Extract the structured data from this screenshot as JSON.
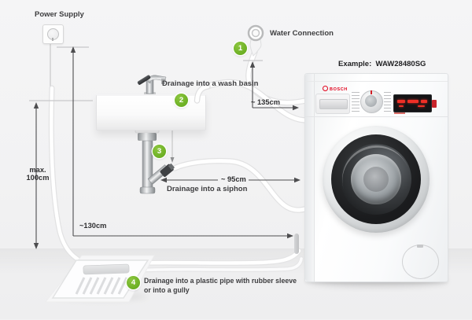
{
  "annotations": {
    "power_supply": "Power Supply",
    "example_label": "Example:",
    "example_model": "WAW28480SG"
  },
  "steps": [
    {
      "num": "1",
      "label": "Water Connection"
    },
    {
      "num": "2",
      "label": "Drainage into a wash basin"
    },
    {
      "num": "3",
      "label": "Drainage into a siphon"
    },
    {
      "num": "4",
      "label_line1": "Drainage into a plastic pipe with rubber sleeve",
      "label_line2": "or into a gully"
    }
  ],
  "measurements": {
    "max_height": {
      "line1": "max.",
      "line2": "100cm"
    },
    "floor_width": "~130cm",
    "inlet_hose": "~ 135cm",
    "drain_hose": "~ 95cm"
  },
  "machine": {
    "brand": "BOSCH"
  },
  "colors": {
    "accent_green": "#74b82a",
    "bosch_red": "#e2001a",
    "text": "#3e3e40"
  }
}
